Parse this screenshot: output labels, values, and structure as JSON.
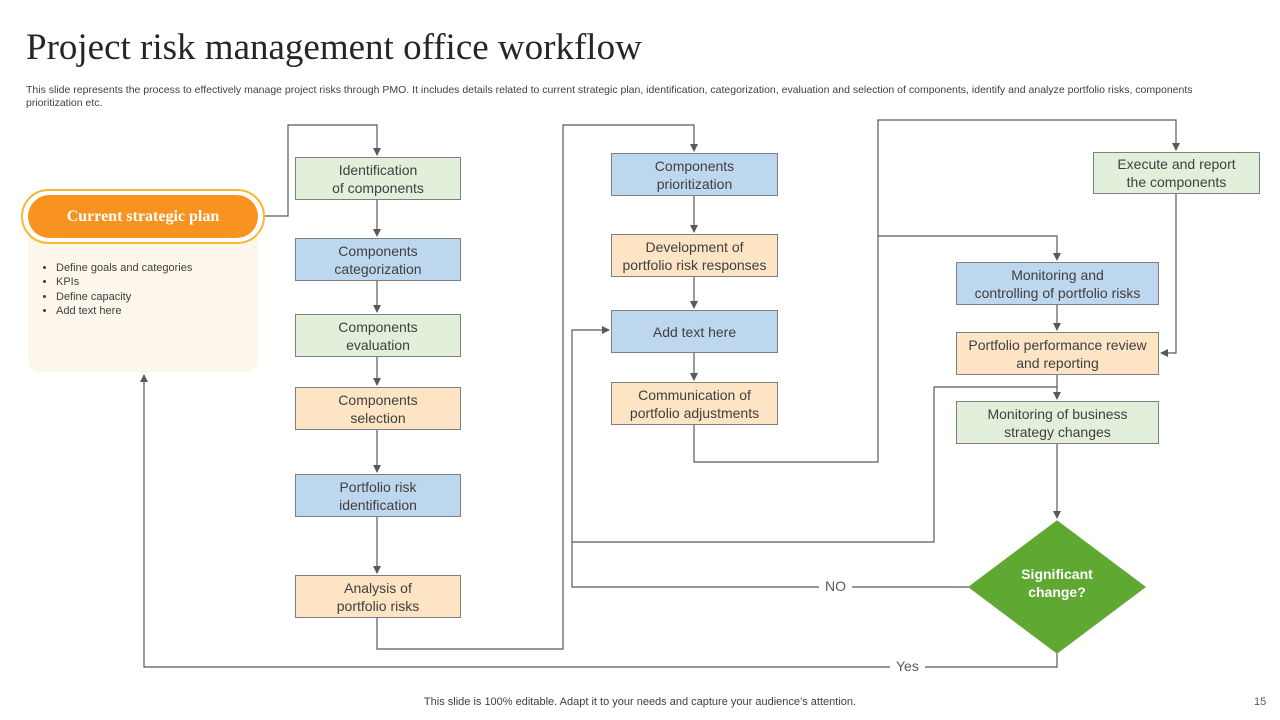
{
  "title": "Project risk management office workflow",
  "subtitle": "This slide represents the process to effectively manage project risks through PMO. It includes details related to current strategic plan, identification, categorization, evaluation and selection of components, identify and analyze portfolio risks, components prioritization etc.",
  "start": {
    "label": "Current strategic plan",
    "bullets": [
      "Define goals and categories",
      "KPIs",
      "Define capacity",
      "Add text here"
    ]
  },
  "column1": [
    {
      "line1": "Identification",
      "line2": "of components",
      "color": "#e2efda"
    },
    {
      "line1": "Components",
      "line2": "categorization",
      "color": "#bdd7ee"
    },
    {
      "line1": "Components",
      "line2": "evaluation",
      "color": "#e2efda"
    },
    {
      "line1": "Components",
      "line2": "selection",
      "color": "#fce4c4"
    },
    {
      "line1": "Portfolio risk",
      "line2": "identification",
      "color": "#bdd7ee"
    },
    {
      "line1": "Analysis of",
      "line2": "portfolio risks",
      "color": "#fce4c4"
    }
  ],
  "column2": [
    {
      "line1": "Components",
      "line2": "prioritization",
      "color": "#bdd7ee"
    },
    {
      "line1": "Development of",
      "line2": "portfolio risk responses",
      "color": "#fce4c4"
    },
    {
      "line1": "Add text here",
      "line2": "",
      "color": "#bdd7ee"
    },
    {
      "line1": "Communication of",
      "line2": "portfolio adjustments",
      "color": "#fce4c4"
    }
  ],
  "column3": [
    {
      "line1": "Execute and report",
      "line2": "the components",
      "color": "#e2efda"
    },
    {
      "line1": "Monitoring and",
      "line2": "controlling of portfolio risks",
      "color": "#bdd7ee"
    },
    {
      "line1": "Portfolio performance review",
      "line2": "and reporting",
      "color": "#fce4c4"
    },
    {
      "line1": "Monitoring of business",
      "line2": "strategy changes",
      "color": "#e2efda"
    }
  ],
  "decision": {
    "line1": "Significant",
    "line2": "change?",
    "color": "#5fa832"
  },
  "labels": {
    "no": "NO",
    "yes": "Yes"
  },
  "footer": "This slide is 100% editable. Adapt it to your needs and capture your audience’s attention.",
  "page_number": "15"
}
